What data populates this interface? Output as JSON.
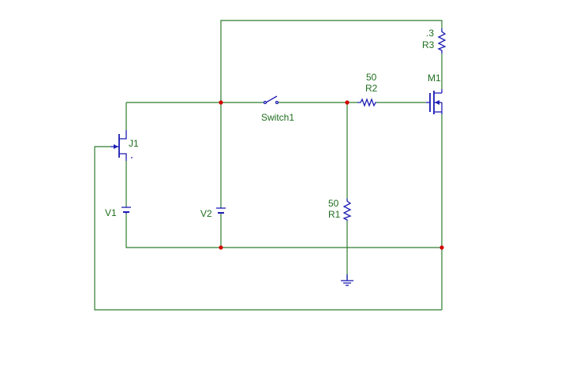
{
  "components": {
    "r3": {
      "ref": "R3",
      "value": ".3"
    },
    "m1": {
      "ref": "M1"
    },
    "r2": {
      "ref": "R2",
      "value": "50"
    },
    "switch1": {
      "ref": "Switch1"
    },
    "j1": {
      "ref": "J1"
    },
    "v1": {
      "ref": "V1"
    },
    "v2": {
      "ref": "V2"
    },
    "r1": {
      "ref": "R1",
      "value": "50"
    }
  },
  "colors": {
    "wire": "#2e7d2e",
    "component": "#1c1cb4",
    "junction": "#d40000",
    "label": "#1f6e1f"
  }
}
